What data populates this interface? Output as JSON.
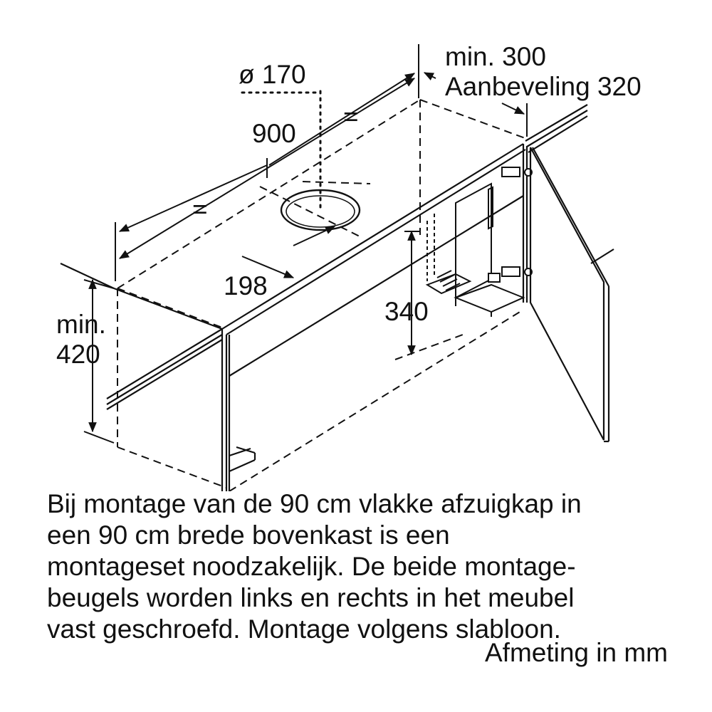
{
  "dimensions": {
    "duct_diameter": "ø 170",
    "depth_min": "min. 300",
    "depth_recommended": "Aanbeveling 320",
    "width": "900",
    "equal_sign_left": "=",
    "equal_sign_right": "=",
    "duct_offset": "198",
    "inner_height": "340",
    "clearance_min_label": "min.",
    "clearance_min_value": "420"
  },
  "caption": {
    "lines": [
      "Bij montage van de 90 cm vlakke afzuigkap in",
      "een 90 cm brede bovenkast is een",
      "montageset noodzakelijk. De beide montage-",
      "beugels worden links en rechts in het meubel",
      "vast geschroefd. Montage volgens slabloon."
    ],
    "unit_note": "Afmeting in mm"
  }
}
